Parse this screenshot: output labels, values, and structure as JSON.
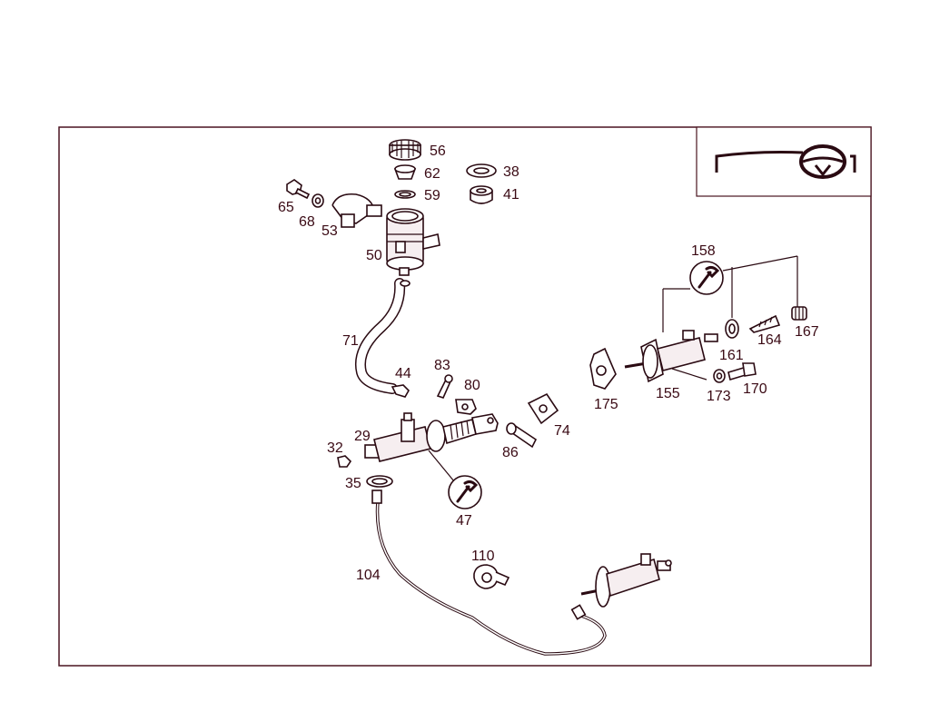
{
  "frame_color": "#4a1420",
  "line_color": "#2a0a12",
  "label_color": "#3a0a14",
  "inset": {
    "icon": "steering-wheel-icon"
  },
  "labels": {
    "p56": "56",
    "p62": "62",
    "p59": "59",
    "p38": "38",
    "p41": "41",
    "p65": "65",
    "p68": "68",
    "p53": "53",
    "p50": "50",
    "p71": "71",
    "p44": "44",
    "p83": "83",
    "p80": "80",
    "p29": "29",
    "p32": "32",
    "p35": "35",
    "p47": "47",
    "p86": "86",
    "p74": "74",
    "p104": "104",
    "p110": "110",
    "p158": "158",
    "p161": "161",
    "p164": "164",
    "p167": "167",
    "p175": "175",
    "p155": "155",
    "p173": "173",
    "p170": "170"
  },
  "tool_icons": [
    "wrench-icon",
    "wrench-icon"
  ]
}
